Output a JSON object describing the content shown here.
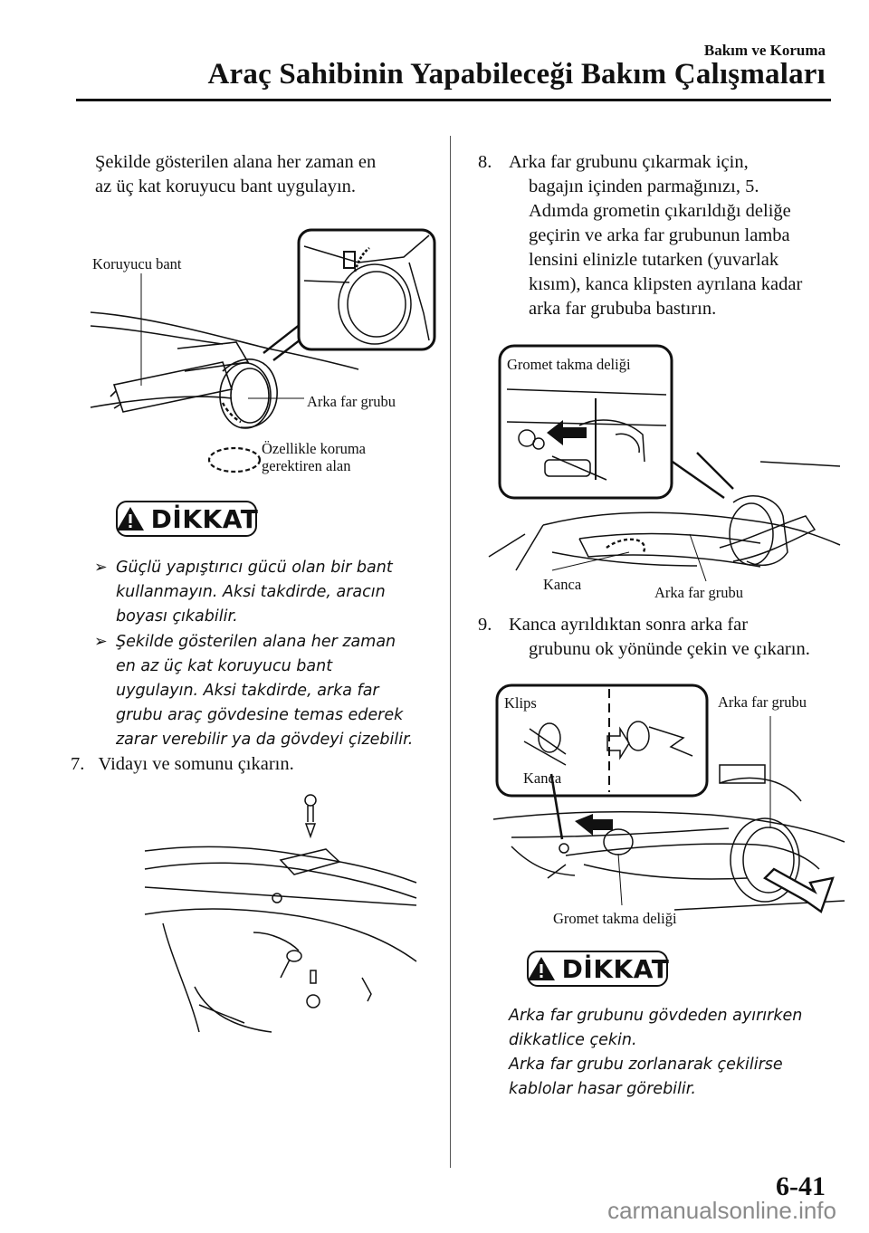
{
  "header": {
    "section": "Bakım ve Koruma",
    "title": "Araç Sahibinin Yapabileceği Bakım Çalışmaları"
  },
  "left": {
    "intro_line1": "Şekilde gösterilen alana her zaman en",
    "intro_line2": "az üç kat koruyucu bant uygulayın.",
    "fig1": {
      "label_tape": "Koruyucu bant",
      "label_lamp": "Arka far grubu",
      "label_zone_1": "Özellikle koruma",
      "label_zone_2": "gerektiren alan"
    },
    "warning_label": "DİKKAT",
    "bullet1_lines": [
      "Güçlü yapıştırıcı gücü olan bir bant",
      "kullanmayın. Aksi takdirde, aracın",
      "boyası çıkabilir."
    ],
    "bullet2_lines": [
      "Şekilde gösterilen alana her zaman",
      "en az üç kat koruyucu bant",
      "uygulayın. Aksi takdirde, arka far",
      "grubu araç gövdesine temas ederek",
      "zarar verebilir ya da gövdeyi çizebilir."
    ],
    "step7_num": "7.",
    "step7_text": "Vidayı ve somunu çıkarın."
  },
  "right": {
    "step8_num": "8.",
    "step8_lines": [
      "Arka far grubunu çıkarmak için,",
      "bagajın içinden parmağınızı, 5.",
      "Adımda grometin çıkarıldığı deliğe",
      "geçirin ve arka far grubunun lamba",
      "lensini elinizle tutarken (yuvarlak",
      "kısım), kanca klipsten ayrılana kadar",
      "arka far grububa bastırın."
    ],
    "fig2": {
      "label_grommet": "Gromet takma deliği",
      "label_hook": "Kanca",
      "label_lamp": "Arka far grubu"
    },
    "step9_num": "9.",
    "step9_lines": [
      "Kanca ayrıldıktan sonra arka far",
      "grubunu ok yönünde çekin ve çıkarın."
    ],
    "fig3": {
      "label_clip": "Klips",
      "label_hook": "Kanca",
      "label_lamp": "Arka far grubu",
      "label_grommet": "Gromet takma deliği"
    },
    "warning_label": "DİKKAT",
    "caution_lines": [
      "Arka far grubunu gövdeden ayırırken",
      "dikkatlice çekin.",
      "Arka far grubu zorlanarak çekilirse",
      "kablolar hasar görebilir."
    ]
  },
  "footer": {
    "page_number": "6-41",
    "watermark": "carmanualsonline.info"
  }
}
